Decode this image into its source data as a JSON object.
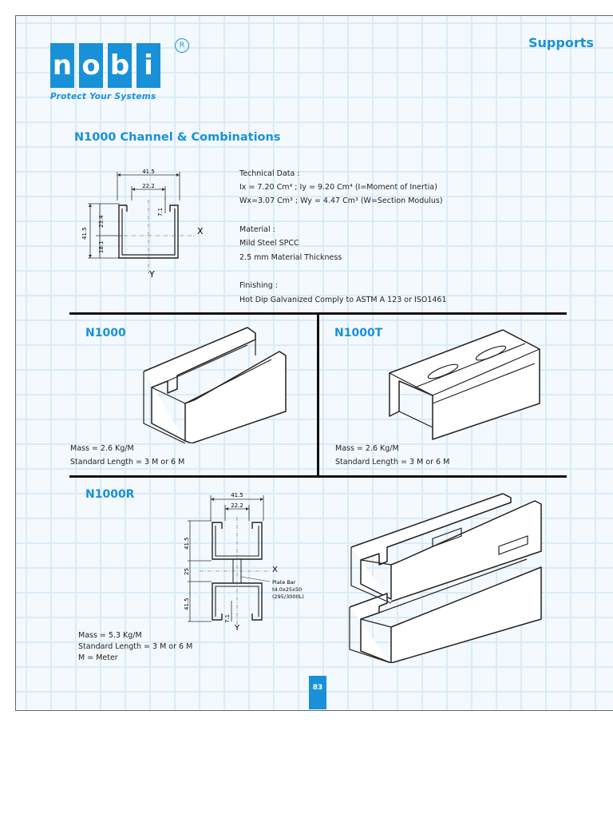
{
  "brand": {
    "letters": [
      "n",
      "o",
      "b",
      "i"
    ],
    "registered": "R",
    "tagline": "Protect Your Systems"
  },
  "header": {
    "section": "Supports"
  },
  "main": {
    "title": "N1000 Channel & Combinations",
    "diagram_main": {
      "width": "41.5",
      "inner": "22.2",
      "lip": "7.1",
      "upper": "23.4",
      "lower": "18.1",
      "height": "41.5",
      "x_axis": "X",
      "y_axis": "Y"
    },
    "technical": {
      "heading": "Technical Data :",
      "line1": "Ix = 7.20 Cm⁴ ; Iy = 9.20 Cm⁴ (I=Moment of Inertia)",
      "line2": "Wx=3.07 Cm³ ; Wy = 4.47 Cm³ (W=Section Modulus)"
    },
    "material": {
      "heading": "Material :",
      "line1": "Mild Steel SPCC",
      "line2": "2.5 mm Material Thickness"
    },
    "finishing": {
      "heading": "Finishing :",
      "line1": "Hot Dip Galvanized Comply to ASTM A 123 or ISO1461"
    }
  },
  "products": [
    {
      "name": "N1000",
      "mass": "Mass = 2.6 Kg/M",
      "length": "Standard Length = 3 M or 6 M"
    },
    {
      "name": "N1000T",
      "mass": "Mass = 2.6 Kg/M",
      "length": "Standard Length = 3 M or 6 M"
    },
    {
      "name": "N1000R",
      "mass": "Mass = 5.3 Kg/M",
      "length": "Standard Length = 3 M or 6 M",
      "note": "M = Meter"
    }
  ],
  "diagram_r": {
    "width": "41.5",
    "inner": "22.2",
    "top_height": "41.5",
    "gap": "25",
    "bottom_height": "41.5",
    "lip": "7.1",
    "x_axis": "X",
    "y_axis": "Y",
    "plate_label1": "Plate Bar",
    "plate_label2": "t4.0x25x50",
    "plate_label3": "(295/3000L)"
  },
  "footer": {
    "page": "83"
  },
  "colors": {
    "brand_blue": "#1891d9",
    "grid": "#d9ebf7",
    "rule": "#111111"
  }
}
